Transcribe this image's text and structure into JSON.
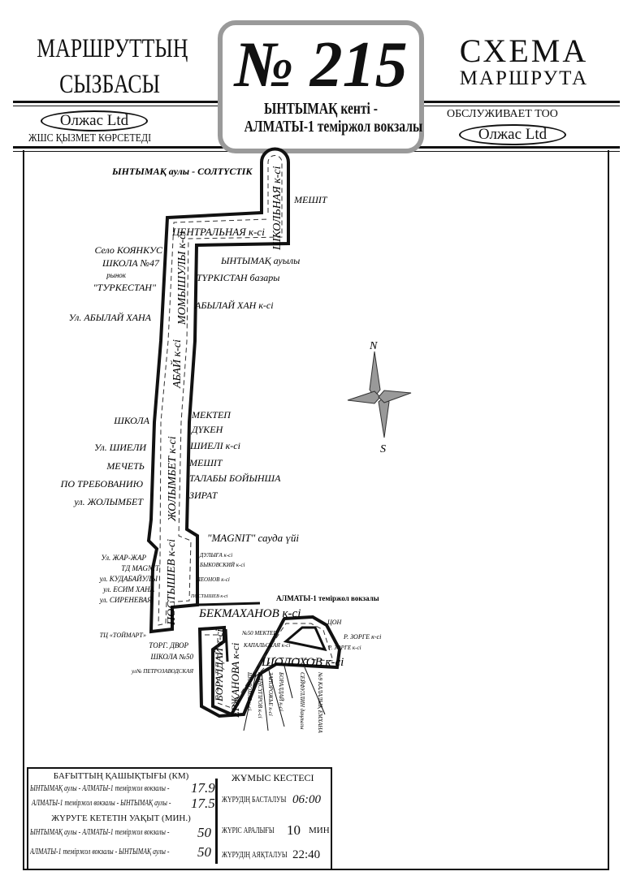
{
  "header": {
    "kz_title_1": "МАРШРУТТЫҢ",
    "kz_title_2": "СЫЗБАСЫ",
    "ru_title_1": "СХЕМА",
    "ru_title_2": "МАРШРУТА",
    "route_number": "№ 215",
    "route_name_1": "ЫНТЫМАҚ кенті -",
    "route_name_2": "АЛМАТЫ-1 теміржол вокзалы",
    "operator_left": "Олжас Ltd",
    "operator_left_caption": "ЖШС  ҚЫЗМЕТ КӨРСЕТЕДІ",
    "operator_right_caption": "ОБСЛУЖИВАЕТ ТОО",
    "operator_right": "Олжас Ltd"
  },
  "compass": {
    "north": "N",
    "south": "S"
  },
  "map": {
    "terminus_north": "ЫНТЫМАҚ аулы - СОЛТҮСТІК",
    "terminus_south": "АЛМАТЫ-1 теміржол вокзалы",
    "streets": {
      "shkolnaya": "ШКОЛЬНАЯ к-сі",
      "centralnaya": "ЦЕНТРАЛЬНАЯ к-сі",
      "momyshuly": "МОМЫШУЛЫ к-сі",
      "abai": "АБАЙ к-сі",
      "zholymbet": "ЖОЛЫМБЕТ к-сі",
      "postyshev": "ПОСТЫШЕВ к-сі",
      "bekmakhanov": "БЕКМАХАНОВ к-сі",
      "boralday": "БОРАЛДАЙ к-сі",
      "yerzhanova": "ЕРЖАНОВА к-сі",
      "sholokhov": "ШОЛОХОВ к-сі",
      "zorge": "Р. ЗОРГЕ к-сі",
      "kapalskaya": "КАПАЛЬСКАЯ к-сі"
    },
    "stops_left": [
      "Село КОЯНКУС",
      "ШКОЛА №47",
      "рынок",
      "\"ТУРКЕСТАН\"",
      "Ул. АБЫЛАЙ ХАНА",
      "ШКОЛА",
      "Ул. ШИЕЛИ",
      "МЕЧЕТЬ",
      "ПО ТРЕБОВАНИЮ",
      "ул. ЖОЛЫМБЕТ",
      "Ул. ЖАР-ЖАР",
      "ТД MAGNIT",
      "ул. КУДАБАЙУЛЫ",
      "ул. ЕСИМ ХАНА",
      "ул. СИРЕНЕВАЯ",
      "ТЦ «ТОЙМАРТ»",
      "ТОРГ. ДВОР",
      "ШКОЛА №50",
      "ул№ ПЕТРОЗАВОДСКАЯ"
    ],
    "stops_right": [
      "МЕШІТ",
      "ЫНТЫМАҚ ауылы",
      "ТҮРКІСТАН базары",
      "АБЫЛАЙ ХАН к-сі",
      "МЕКТЕП",
      "ДҮКЕН",
      "ШИЕЛІ к-сі",
      "МЕШІТ",
      "ТАЛАБЫ БОЙЫНША",
      "ЗИРАТ",
      "\"MAGNIT\" сауда үйі",
      "ДУЛЫҒА к-сі",
      "БЫКОВСКИЙ к-сі",
      "ЛЕОНОВ к-сі",
      "ПОСТЫШЕВ к-сі",
      "№50 МЕКТЕП",
      "ЦОН",
      "Р. ЗОРГЕ к-сі"
    ],
    "stops_south": [
      "ШОЛОХОВ к-сі",
      "ЖАНСҮГІРОВ к-сі",
      "ЗАПОРОЖЬЕ к-сі",
      "БОРАЛДАЙ к-сі",
      "СЕЙФУЛЛИН даңғылы",
      "№9 КАЛАЛЫҚ ЕМХАНА"
    ]
  },
  "info": {
    "distance_title": "БАҒЫТТЫҢ ҚАШЫҚТЫҒЫ (КМ)",
    "distance_rows": [
      {
        "label": "ЫНТЫМАҚ аулы - АЛМАТЫ-1 теміржол вокзалы -",
        "value": "17.9"
      },
      {
        "label": "АЛМАТЫ-1 теміржол вокзалы - ЫНТЫМАҚ аулы -",
        "value": "17.5"
      }
    ],
    "time_title": "ЖҮРУГЕ КЕТЕТІН УАҚЫТ (МИН.)",
    "time_rows": [
      {
        "label": "ЫНТЫМАҚ аулы - АЛМАТЫ-1 теміржол вокзалы -",
        "value": "50"
      },
      {
        "label": "АЛМАТЫ-1 теміржол вокзалы - ЫНТЫМАҚ аулы -",
        "value": "50"
      }
    ],
    "schedule_title": "ЖҰМЫС КЕСТЕСІ",
    "start_label": "ЖҮРУДІҢ БАСТАЛУЫ",
    "start_value": "06:00",
    "interval_label": "ЖҮРІС АРАЛЫҒЫ",
    "interval_value": "10",
    "interval_unit": "МИН",
    "end_label": "ЖҮРУДІҢ АЯҚТАЛУЫ",
    "end_value": "22:40"
  }
}
